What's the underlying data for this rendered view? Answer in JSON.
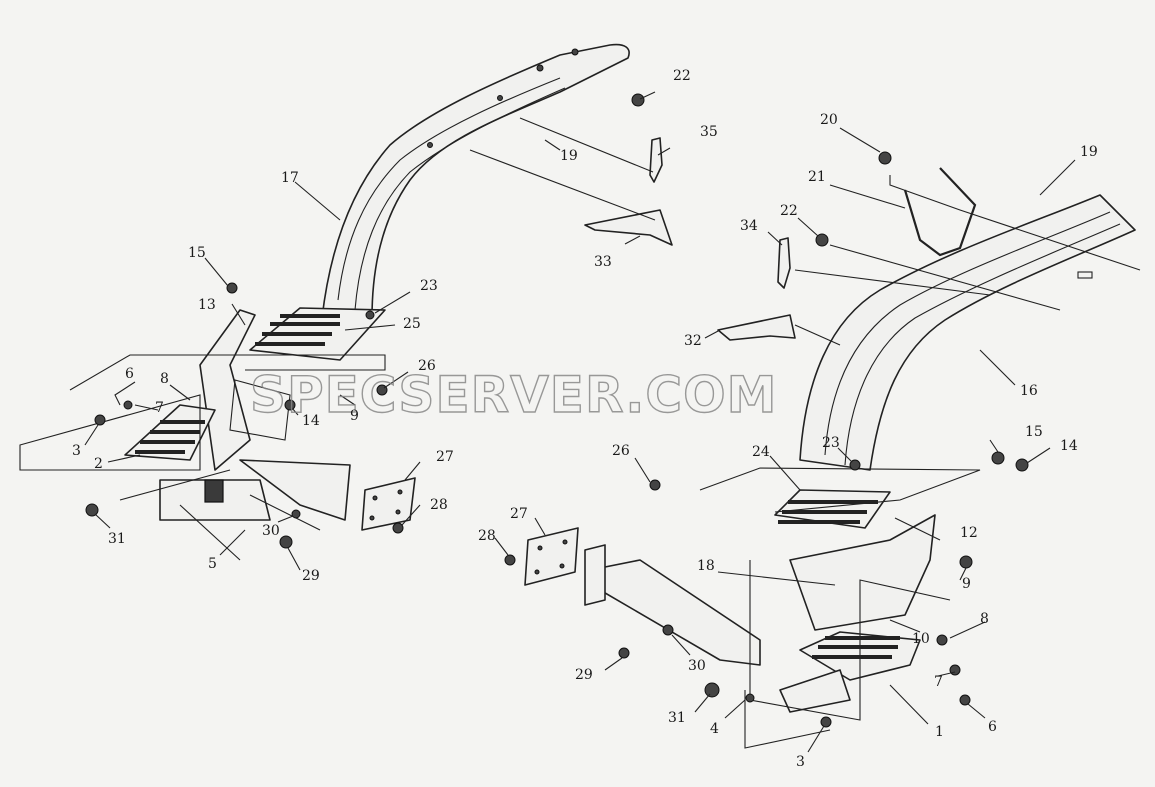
{
  "watermark": "SPECSERVER.COM",
  "callouts": {
    "c1": "1",
    "c2": "2",
    "c3a": "3",
    "c3b": "3",
    "c4": "4",
    "c5": "5",
    "c6a": "6",
    "c6b": "6",
    "c7a": "7",
    "c7b": "7",
    "c8a": "8",
    "c8b": "8",
    "c9a": "9",
    "c9b": "9",
    "c10": "10",
    "c12": "12",
    "c13": "13",
    "c14a": "14",
    "c14b": "14",
    "c15a": "15",
    "c15b": "15",
    "c16": "16",
    "c17": "17",
    "c18": "18",
    "c19a": "19",
    "c19b": "19",
    "c20": "20",
    "c21": "21",
    "c22a": "22",
    "c22b": "22",
    "c23a": "23",
    "c23b": "23",
    "c24": "24",
    "c25": "25",
    "c26a": "26",
    "c26b": "26",
    "c27a": "27",
    "c27b": "27",
    "c28a": "28",
    "c28b": "28",
    "c29a": "29",
    "c29b": "29",
    "c30a": "30",
    "c30b": "30",
    "c31a": "31",
    "c31b": "31",
    "c32": "32",
    "c33": "33",
    "c34": "34",
    "c35": "35"
  }
}
